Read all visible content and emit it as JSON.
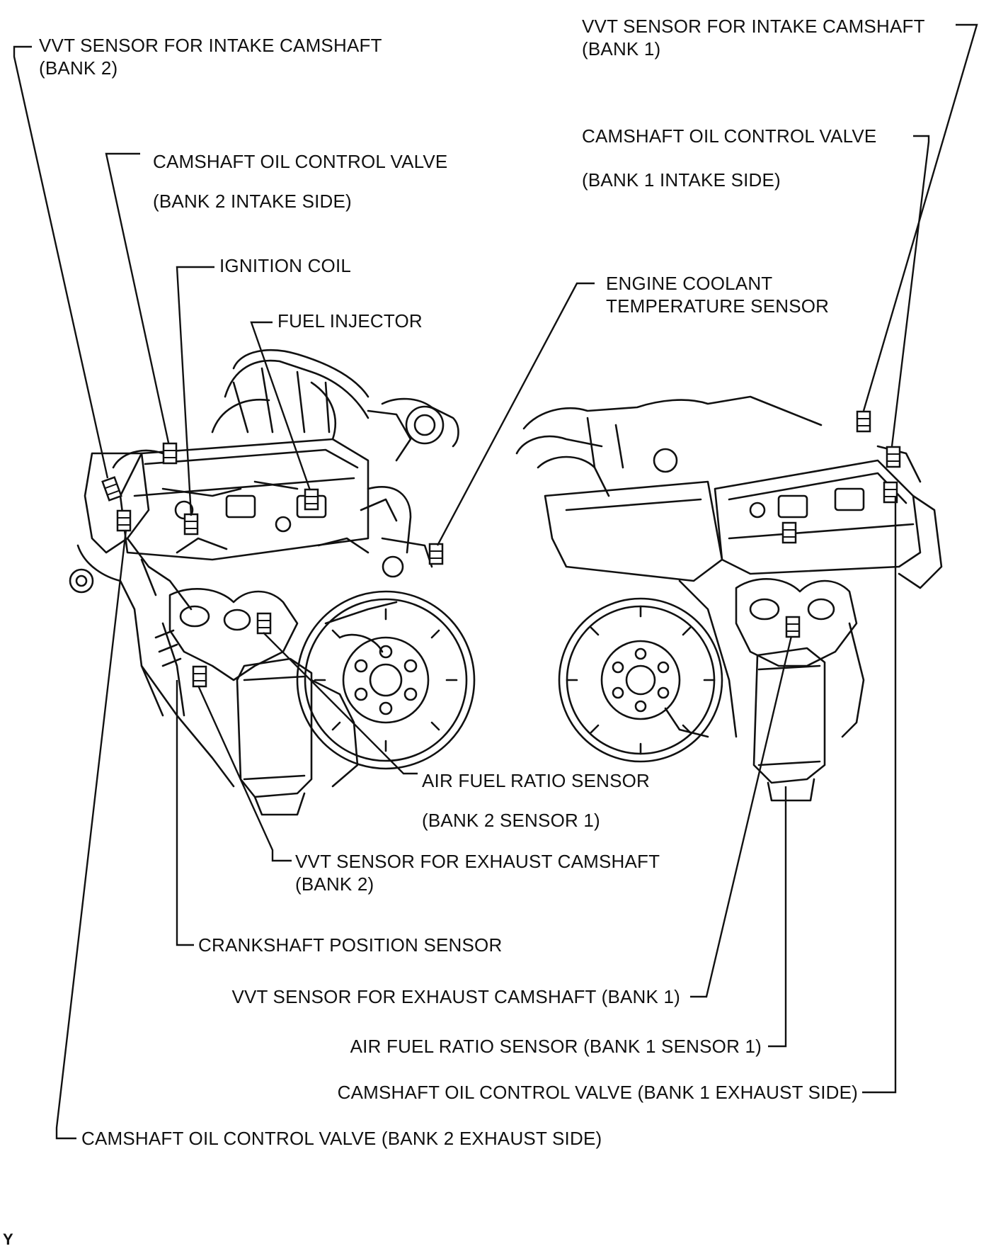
{
  "labels": {
    "vvt_intake_bank2": [
      "VVT SENSOR FOR INTAKE CAMSHAFT",
      "(BANK 2)"
    ],
    "ocv_bank2_intake": [
      "CAMSHAFT OIL CONTROL VALVE",
      "(BANK 2 INTAKE SIDE)"
    ],
    "ignition_coil": "IGNITION COIL",
    "fuel_injector": "FUEL INJECTOR",
    "vvt_intake_bank1": [
      "VVT SENSOR FOR INTAKE CAMSHAFT",
      "(BANK 1)"
    ],
    "ocv_bank1_intake": [
      "CAMSHAFT OIL CONTROL VALVE",
      "(BANK 1 INTAKE SIDE)"
    ],
    "ect_sensor": [
      "ENGINE COOLANT",
      "TEMPERATURE SENSOR"
    ],
    "af_sensor_bank2": [
      "AIR FUEL RATIO SENSOR",
      "(BANK 2 SENSOR 1)"
    ],
    "vvt_exhaust_bank2": [
      "VVT SENSOR FOR EXHAUST CAMSHAFT",
      "(BANK 2)"
    ],
    "crankshaft_sensor": "CRANKSHAFT POSITION SENSOR",
    "vvt_exhaust_bank1": "VVT SENSOR FOR EXHAUST CAMSHAFT (BANK 1)",
    "af_sensor_bank1": "AIR FUEL RATIO SENSOR (BANK 1 SENSOR 1)",
    "ocv_bank1_exhaust": "CAMSHAFT OIL CONTROL VALVE (BANK 1 EXHAUST SIDE)",
    "ocv_bank2_exhaust": "CAMSHAFT OIL CONTROL VALVE (BANK 2 EXHAUST SIDE)"
  },
  "figure_code": "Y",
  "colors": {
    "line": "#111111",
    "background": "#ffffff"
  }
}
